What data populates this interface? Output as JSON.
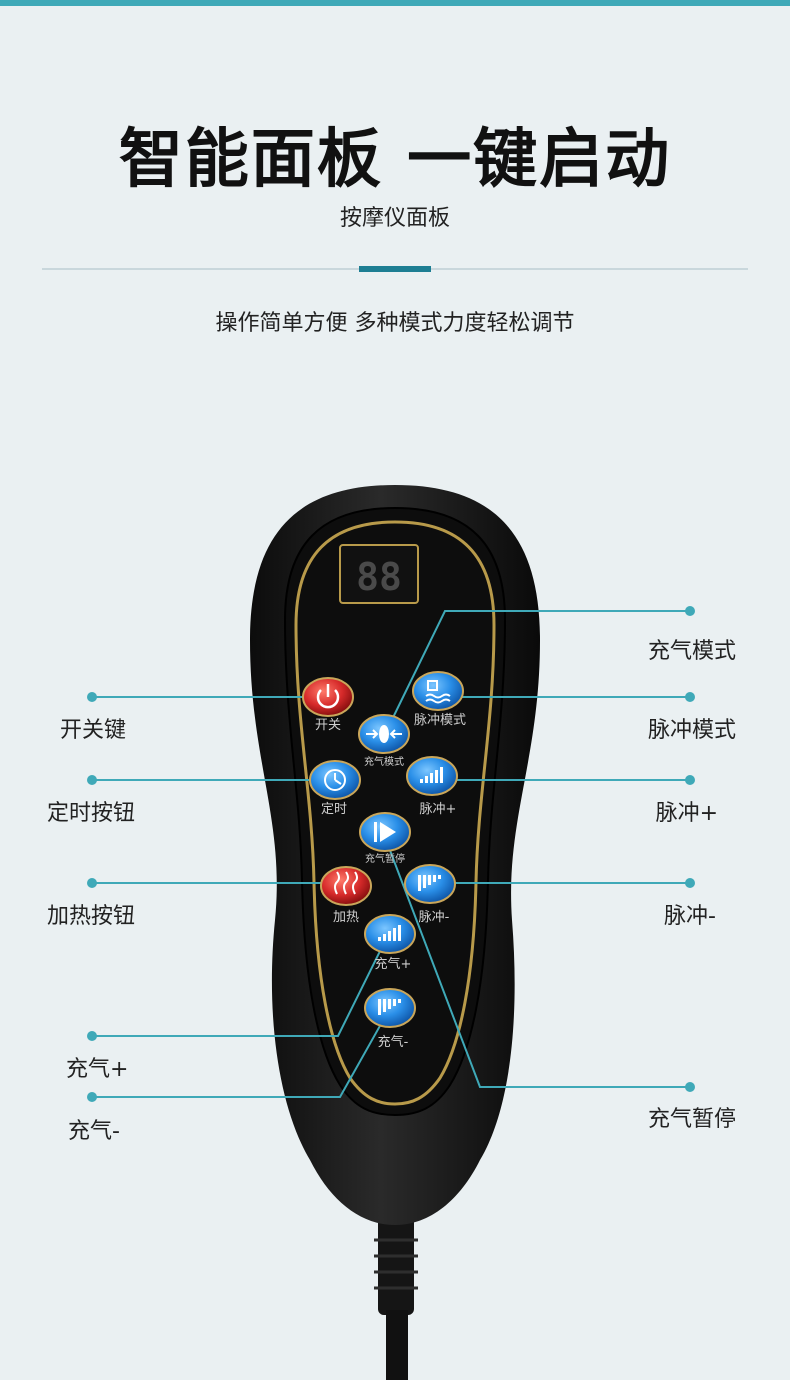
{
  "header": {
    "title": "智能面板 一键启动",
    "subtitle": "按摩仪面板",
    "description": "操作简单方便 多种模式力度轻松调节"
  },
  "display": {
    "value": "88"
  },
  "buttons": {
    "power": "开关",
    "inflate_mode": "充气模式",
    "pulse_mode": "脉冲模式",
    "timer": "定时",
    "pulse_plus": "脉冲+",
    "inflate_pause": "充气暂停",
    "heat": "加热",
    "pulse_minus": "脉冲-",
    "inflate_plus": "充气+",
    "inflate_minus": "充气-"
  },
  "callouts": {
    "left": {
      "power": "开关键",
      "timer": "定时按钮",
      "heat": "加热按钮",
      "inflate_plus": "充气+",
      "inflate_minus": "充气-"
    },
    "right": {
      "inflate_mode": "充气模式",
      "pulse_mode": "脉冲模式",
      "pulse_plus": "脉冲+",
      "pulse_minus": "脉冲-",
      "inflate_pause": "充气暂停"
    }
  },
  "colors": {
    "accent": "#3fa9b8",
    "accent_dark": "#1d7e93",
    "background": "#eaf0f2",
    "button_blue": "#2a8fe8",
    "button_red": "#d62a2a",
    "trim_gold": "#b89a4a"
  }
}
